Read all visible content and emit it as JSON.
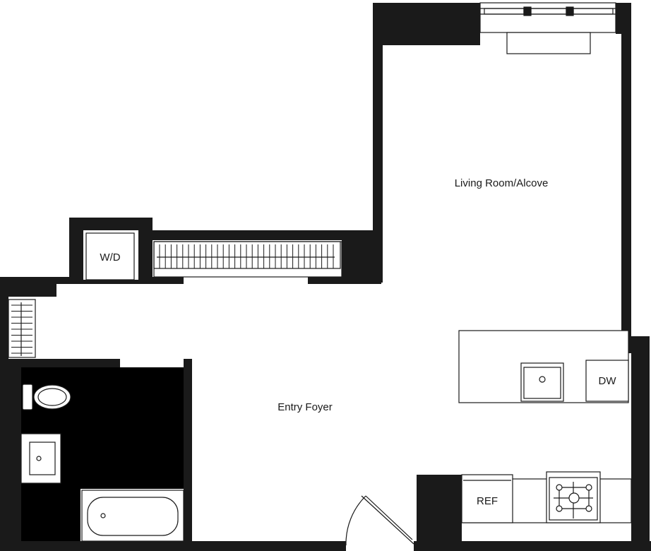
{
  "rooms": {
    "living": "Living Room/Alcove",
    "foyer": "Entry Foyer"
  },
  "fixtures": {
    "washer_dryer": "W/D",
    "dishwasher": "DW",
    "refrigerator": "REF"
  },
  "colors": {
    "wall": "#1a1a1a",
    "fixture_line": "#1a1a1a",
    "background": "#ffffff"
  }
}
